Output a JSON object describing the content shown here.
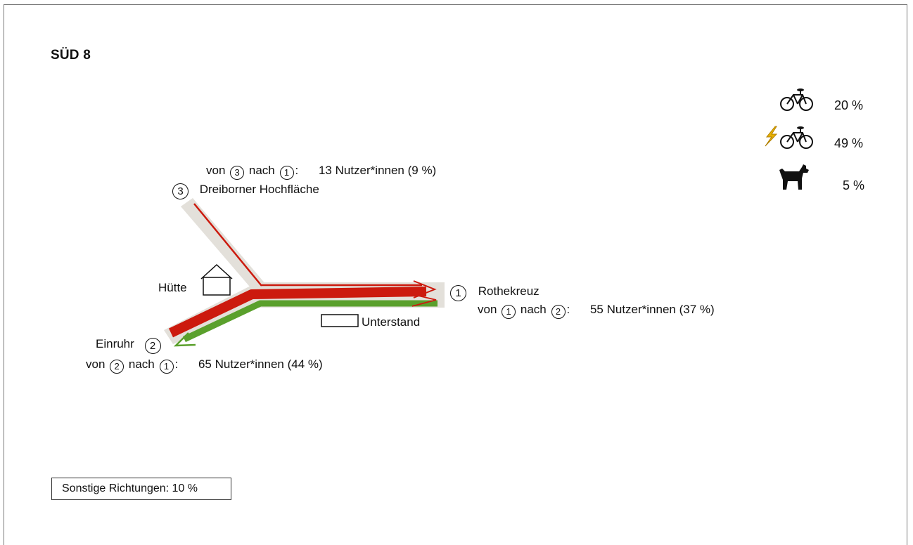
{
  "title": "SÜD 8",
  "stats": [
    {
      "icon": "bicycle-icon",
      "value": "20 %"
    },
    {
      "icon": "e-bike-icon",
      "value": "49 %"
    },
    {
      "icon": "dog-icon",
      "value": "5 %"
    }
  ],
  "points": {
    "p1": {
      "number": "1",
      "name": "Rothekreuz"
    },
    "p2": {
      "number": "2",
      "name": "Einruhr"
    },
    "p3": {
      "number": "3",
      "name": "Dreiborner Hochfläche"
    }
  },
  "flows": {
    "f31": {
      "from_label": "von",
      "from": "3",
      "to_label": "nach",
      "to": "1",
      "sep": ":",
      "text": "13 Nutzer*innen (9 %)"
    },
    "f12": {
      "from_label": "von",
      "from": "1",
      "to_label": "nach",
      "to": "2",
      "sep": ":",
      "text": "55 Nutzer*innen (37 %)"
    },
    "f21": {
      "from_label": "von",
      "from": "2",
      "to_label": "nach",
      "to": "1",
      "sep": ":",
      "text": "65 Nutzer*innen (44 %)"
    }
  },
  "landmarks": {
    "hut": "Hütte",
    "shelter": "Unterstand"
  },
  "other": "Sonstige Richtungen: 10 %",
  "colors": {
    "red": "#cc1a0e",
    "green": "#5aa02c",
    "road": "#e3e0da",
    "bolt": "#e8b100"
  }
}
